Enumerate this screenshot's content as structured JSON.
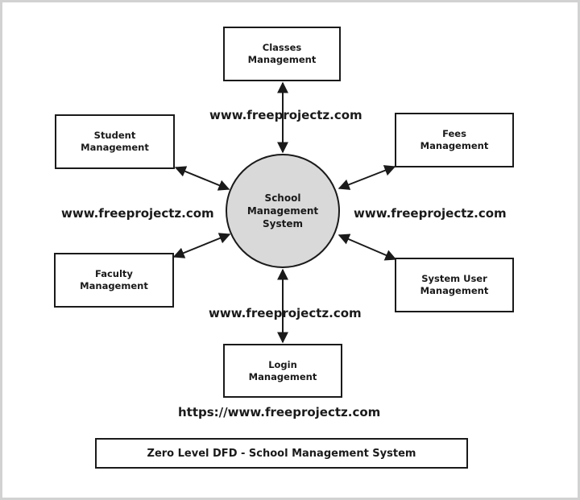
{
  "diagram": {
    "center": {
      "label": "School\nManagement\nSystem"
    },
    "entities": {
      "classes": "Classes\nManagement",
      "student": "Student\nManagement",
      "fees": "Fees\nManagement",
      "faculty": "Faculty\nManagement",
      "system_user": "System User\nManagement",
      "login": "Login\nManagement"
    },
    "watermarks": {
      "top": "www.freeprojectz.com",
      "left": "www.freeprojectz.com",
      "right": "www.freeprojectz.com",
      "bottom": "www.freeprojectz.com",
      "footer": "https://www.freeprojectz.com"
    },
    "caption": "Zero Level DFD - School Management System",
    "colors": {
      "stroke": "#1a1a1a",
      "process_fill": "#d9d9d9",
      "frame": "#d2d2d2"
    }
  }
}
